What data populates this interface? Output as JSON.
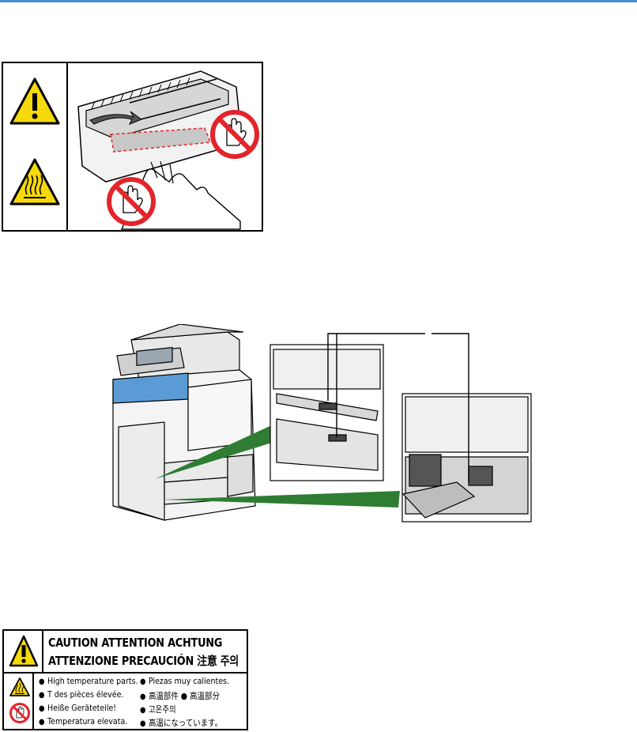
{
  "colors": {
    "accent_rule": "#4a8fd0",
    "warning_yellow": "#f5d90a",
    "prohibit_red": "#e3242b",
    "callout_green": "#2e7d32"
  },
  "figure1": {
    "icons": [
      "warning-triangle-icon",
      "hot-surface-icon",
      "no-touch-icon",
      "no-touch-icon"
    ]
  },
  "figure2": {
    "callout_label": ""
  },
  "caution_label": {
    "header_line1": "CAUTION  ATTENTION  ACHTUNG",
    "header_line2": "ATTENZIONE  PRECAUCIÓN  注意  주의",
    "items_left": [
      "High temperature parts.",
      "T des pièces élevée.",
      "Heiße Geräteteile!",
      "Temperatura elevata."
    ],
    "items_right": [
      "Piezas muy calientes.",
      "高温部件  ● 高溫部分",
      "고온주의",
      "高温になっています。"
    ],
    "icons": [
      "warning-triangle-icon",
      "hot-surface-icon",
      "no-touch-icon"
    ]
  }
}
